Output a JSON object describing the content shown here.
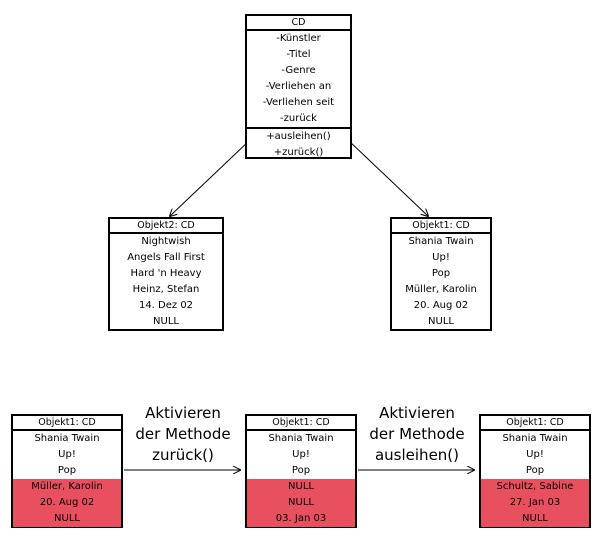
{
  "class_box": {
    "title": "CD",
    "attributes": [
      "-Künstler",
      "-Titel",
      "-Genre",
      "-Verliehen an",
      "-Verliehen seit",
      "-zurück"
    ],
    "methods": [
      "+ausleihen()",
      "+zurück()"
    ]
  },
  "objects_top": [
    {
      "title": "Objekt2: CD",
      "rows": [
        "Nightwish",
        "Angels Fall First",
        "Hard 'n Heavy",
        "Heinz, Stefan",
        "14. Dez 02",
        "NULL"
      ]
    },
    {
      "title": "Objekt1: CD",
      "rows": [
        "Shania Twain",
        "Up!",
        "Pop",
        "Müller, Karolin",
        "20. Aug 02",
        "NULL"
      ]
    }
  ],
  "objects_bottom": [
    {
      "title": "Objekt1: CD",
      "rows": [
        "Shania Twain",
        "Up!",
        "Pop",
        "Müller, Karolin",
        "20. Aug 02",
        "NULL"
      ]
    },
    {
      "title": "Objekt1: CD",
      "rows": [
        "Shania Twain",
        "Up!",
        "Pop",
        "NULL",
        "NULL",
        "03. Jan 03"
      ]
    },
    {
      "title": "Objekt1: CD",
      "rows": [
        "Shania Twain",
        "Up!",
        "Pop",
        "Schultz, Sabine",
        "27. Jan 03",
        "NULL"
      ]
    }
  ],
  "transitions": [
    {
      "line1": "Aktivieren",
      "line2": "der Methode",
      "line3": "zurück()"
    },
    {
      "line1": "Aktivieren",
      "line2": "der Methode",
      "line3": "ausleihen()"
    }
  ],
  "colors": {
    "highlight": "#e8505f"
  }
}
